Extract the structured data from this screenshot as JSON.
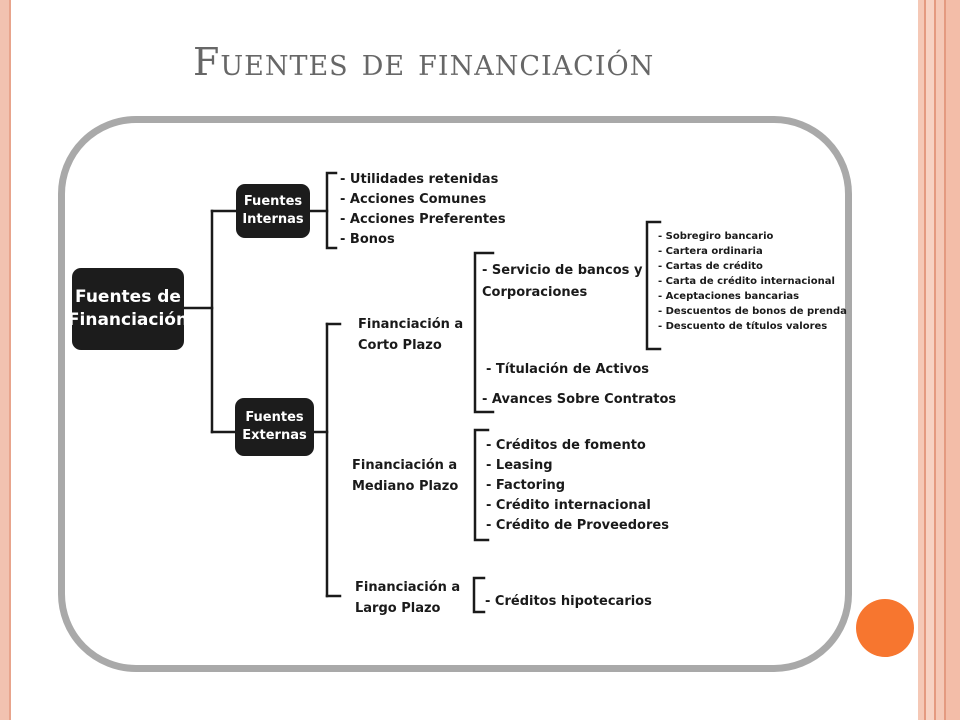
{
  "title": "Fuentes de financiación",
  "root": "Fuentes de\nFinanciación",
  "internas": {
    "label": "Fuentes\nInternas",
    "items": [
      "- Utilidades retenidas",
      "- Acciones Comunes",
      "- Acciones Preferentes",
      "- Bonos"
    ]
  },
  "externas": {
    "label": "Fuentes\nExternas",
    "corto": {
      "label": "Financiación a\nCorto Plazo",
      "servicio": {
        "label": "- Servicio de bancos y\n   Corporaciones",
        "items": [
          "- Sobregiro bancario",
          "- Cartera ordinaria",
          "- Cartas de crédito",
          "- Carta de crédito internacional",
          "- Aceptaciones bancarias",
          "- Descuentos de bonos de prenda",
          "- Descuento de títulos valores"
        ]
      },
      "titulacion": "- Títulación de Activos",
      "avances": "- Avances Sobre Contratos"
    },
    "mediano": {
      "label": "Financiación a\nMediano Plazo",
      "items": [
        "- Créditos de fomento",
        "- Leasing",
        "- Factoring",
        "- Crédito internacional",
        "- Crédito de Proveedores"
      ]
    },
    "largo": {
      "label": "Financiación a\nLargo Plazo",
      "items": [
        "- Créditos hipotecarios"
      ]
    }
  },
  "colors": {
    "accent": "#f7762f",
    "frame": "#a9a9a9",
    "box": "#1c1c1c",
    "title": "#676767"
  }
}
